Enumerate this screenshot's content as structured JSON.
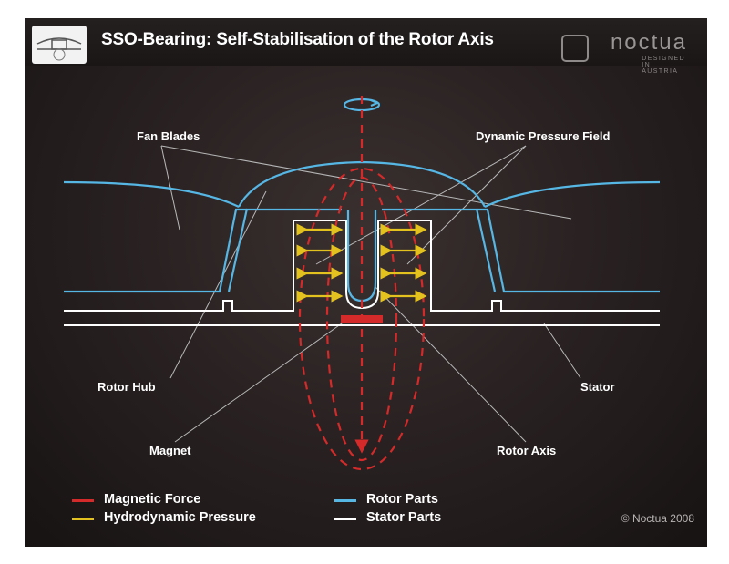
{
  "header": {
    "title": "SSO-Bearing: Self-Stabilisation of the Rotor Axis",
    "brand_name": "noctua",
    "brand_tagline": "DESIGNED IN AUSTRIA"
  },
  "labels": {
    "fan_blades": "Fan Blades",
    "dynamic_pressure_field": "Dynamic Pressure Field",
    "rotor_hub": "Rotor Hub",
    "stator": "Stator",
    "magnet": "Magnet",
    "rotor_axis": "Rotor Axis"
  },
  "legend": [
    {
      "label": "Magnetic Force",
      "color": "#d42a2a"
    },
    {
      "label": "Hydrodynamic Pressure",
      "color": "#e3c21f"
    },
    {
      "label": "Rotor Parts",
      "color": "#56b6e4"
    },
    {
      "label": "Stator Parts",
      "color": "#ffffff"
    }
  ],
  "copyright": "© Noctua 2008",
  "colors": {
    "rotor": "#56b6e4",
    "stator": "#ffffff",
    "magnetic": "#d42a2a",
    "pressure": "#e3c21f",
    "leader": "#b8b8b8"
  }
}
